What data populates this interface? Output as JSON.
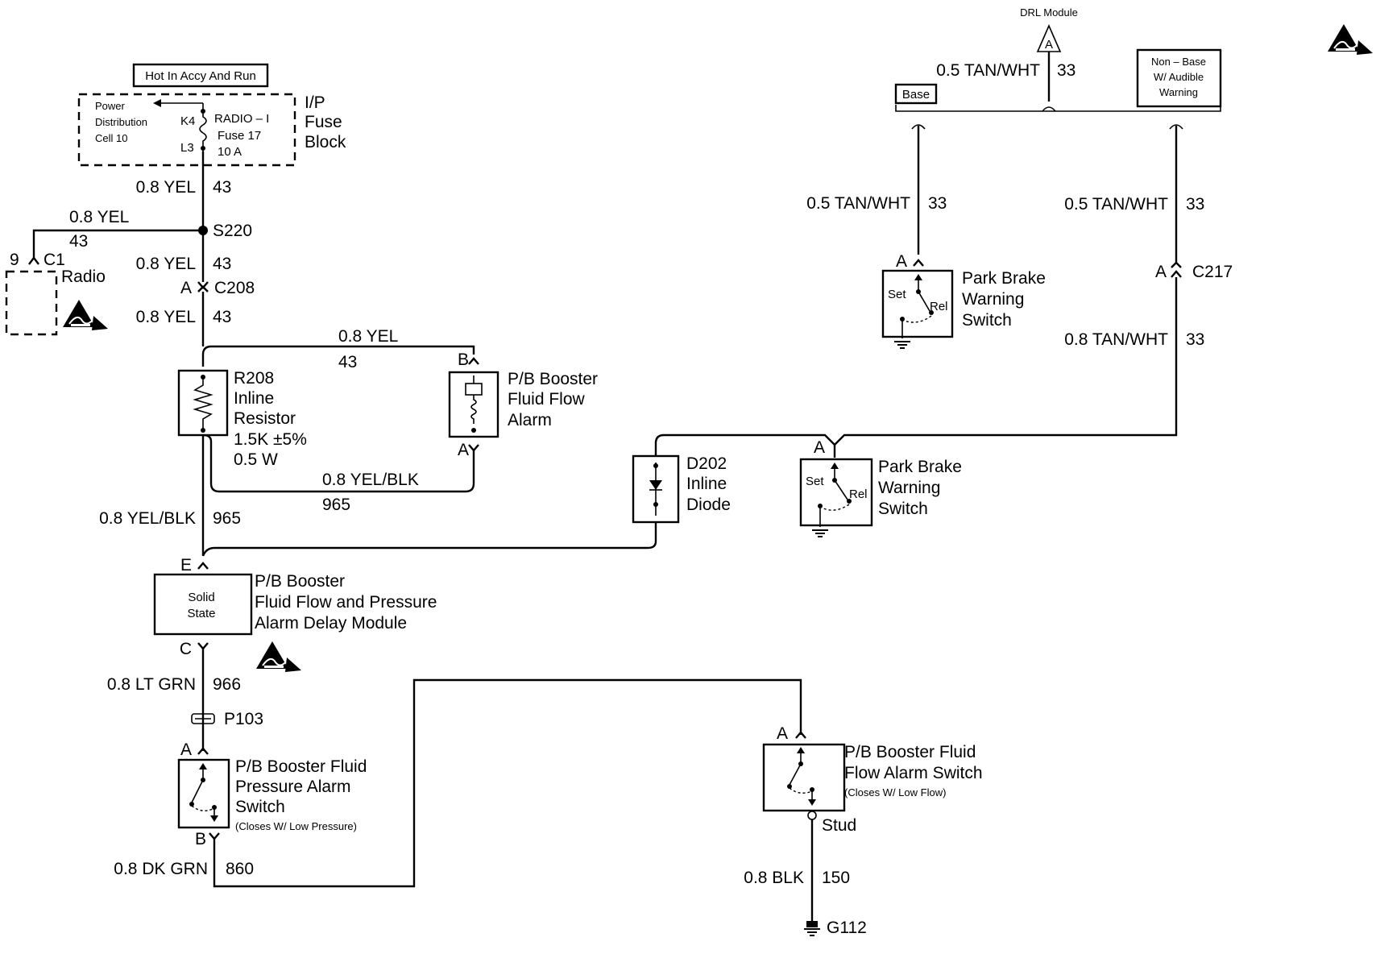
{
  "hot_label": "Hot In Accy And Run",
  "fuse_block": {
    "power_distribution": [
      "Power",
      "Distribution",
      "Cell 10"
    ],
    "pin_in": "K4",
    "pin_out": "L3",
    "fuse": [
      "RADIO – I",
      "Fuse 17",
      "10 A"
    ],
    "name": [
      "I/P",
      "Fuse",
      "Block"
    ]
  },
  "wires": {
    "w43_a": {
      "gauge": "0.8 YEL",
      "circuit": "43"
    },
    "w43_radio": {
      "gauge": "0.8 YEL",
      "circuit": "43"
    },
    "w43_b": {
      "gauge": "0.8 YEL",
      "circuit": "43"
    },
    "w43_c": {
      "gauge": "0.8 YEL",
      "circuit": "43"
    },
    "w43_d": {
      "gauge": "0.8 YEL",
      "circuit": "43"
    },
    "w965_a": {
      "gauge": "0.8 YEL/BLK",
      "circuit": "965"
    },
    "w965_b": {
      "gauge": "0.8 YEL/BLK",
      "circuit": "965"
    },
    "w966": {
      "gauge": "0.8 LT GRN",
      "circuit": "966"
    },
    "w860": {
      "gauge": "0.8 DK GRN",
      "circuit": "860"
    },
    "w150": {
      "gauge": "0.8 BLK",
      "circuit": "150"
    },
    "w33_top": {
      "gauge": "0.5 TAN/WHT",
      "circuit": "33"
    },
    "w33_base": {
      "gauge": "0.5 TAN/WHT",
      "circuit": "33"
    },
    "w33_nonbase": {
      "gauge": "0.5 TAN/WHT",
      "circuit": "33"
    },
    "w33_c217": {
      "gauge": "0.8 TAN/WHT",
      "circuit": "33"
    }
  },
  "splice": "S220",
  "radio": {
    "pin": "9",
    "connector": "C1",
    "name": "Radio"
  },
  "c208": {
    "pin": "A",
    "name": "C208"
  },
  "resistor": [
    "R208",
    "Inline",
    "Resistor",
    "1.5K  ±5%",
    "0.5 W"
  ],
  "alarm": {
    "pin_b": "B",
    "pin_a": "A",
    "name": [
      "P/B Booster",
      "Fluid Flow",
      "Alarm"
    ]
  },
  "delay_module": {
    "pin_e": "E",
    "pin_c": "C",
    "inner": [
      "Solid",
      "State"
    ],
    "name": [
      "P/B Booster",
      "Fluid Flow and Pressure",
      "Alarm  Delay Module"
    ]
  },
  "p103": "P103",
  "pressure_switch": {
    "pin_a": "A",
    "pin_b": "B",
    "name": [
      "P/B Booster Fluid",
      "Pressure Alarm",
      "Switch"
    ],
    "note": "(Closes W/ Low Pressure)"
  },
  "flow_switch": {
    "pin_a": "A",
    "name": [
      "P/B Booster Fluid",
      "Flow Alarm Switch"
    ],
    "note": "(Closes W/ Low Flow)",
    "stud": "Stud"
  },
  "ground": "G112",
  "drl": {
    "title": "DRL Module",
    "pin": "A"
  },
  "base_label": "Base",
  "nonbase_label": [
    "Non – Base",
    "W/ Audible",
    "Warning"
  ],
  "park_switch_base": {
    "pin": "A",
    "set": "Set",
    "rel": "Rel",
    "name": [
      "Park Brake",
      "Warning",
      "Switch"
    ]
  },
  "c217": {
    "pin": "A",
    "name": "C217"
  },
  "diode": [
    "D202",
    "Inline",
    "Diode"
  ],
  "park_switch_nonbase": {
    "pin": "A",
    "set": "Set",
    "rel": "Rel",
    "name": [
      "Park Brake",
      "Warning",
      "Switch"
    ]
  }
}
